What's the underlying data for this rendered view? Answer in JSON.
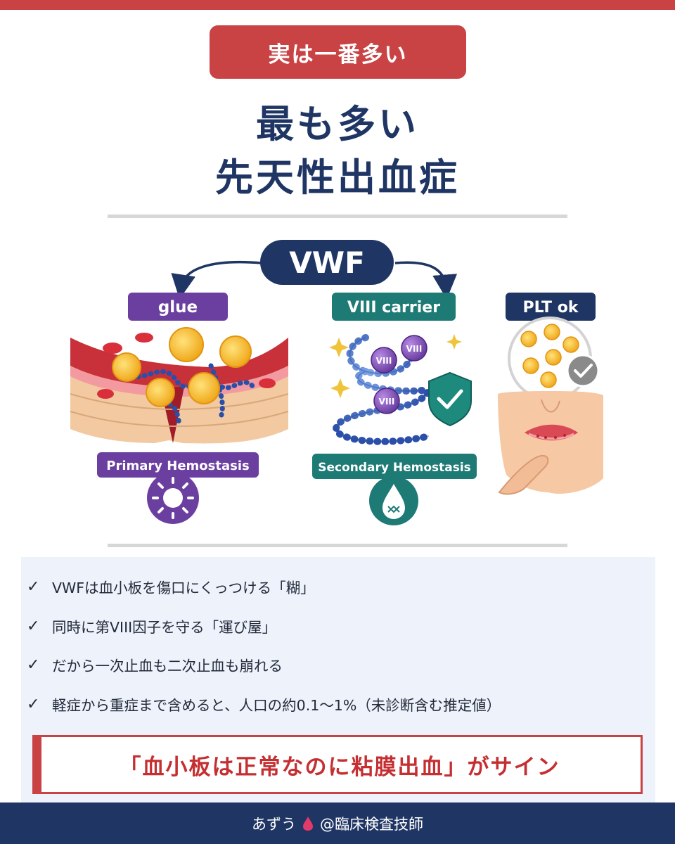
{
  "badge": "実は一番多い",
  "title": {
    "line1": "最も多い",
    "line2": "先天性出血症"
  },
  "diagram": {
    "center_label": "VWF",
    "glue_label": "glue",
    "carrier_label": "VIII carrier",
    "plt_label": "PLT ok",
    "primary_label": "Primary Hemostasis",
    "secondary_label": "Secondary Hemostasis",
    "factor_label": "VIII",
    "colors": {
      "navy": "#1f3563",
      "purple": "#6b3fa0",
      "teal": "#1e7a75",
      "red": "#c94345"
    }
  },
  "points": [
    "VWFは血小板を傷口にくっつける「糊」",
    "同時に第VIII因子を守る「運び屋」",
    "だから一次止血も二次止血も崩れる",
    "軽症から重症まで含めると、人口の約0.1〜1%（未診断含む推定値）"
  ],
  "check_mark": "✓",
  "sign": "「血小板は正常なのに粘膜出血」がサイン",
  "footer": {
    "name": "あずう",
    "handle": "@臨床検査技師"
  }
}
